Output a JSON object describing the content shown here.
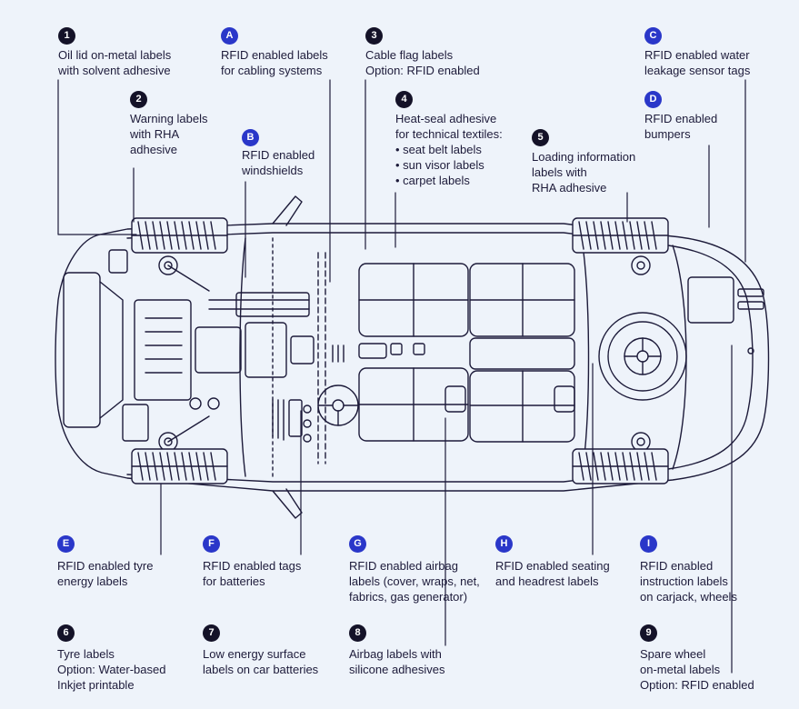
{
  "callouts": [
    {
      "badge": "1",
      "style": "dark",
      "text": "Oil lid on-metal labels\nwith solvent adhesive"
    },
    {
      "badge": "A",
      "style": "blue",
      "text": "RFID enabled labels\nfor cabling systems"
    },
    {
      "badge": "3",
      "style": "dark",
      "text": "Cable flag labels\nOption: RFID enabled"
    },
    {
      "badge": "C",
      "style": "blue",
      "text": "RFID enabled water\nleakage sensor tags"
    },
    {
      "badge": "2",
      "style": "dark",
      "text": "Warning labels\nwith RHA\nadhesive"
    },
    {
      "badge": "B",
      "style": "blue",
      "text": "RFID enabled\nwindshields"
    },
    {
      "badge": "4",
      "style": "dark",
      "text": "Heat-seal adhesive\nfor technical textiles:\n• seat belt labels\n• sun visor labels\n• carpet labels"
    },
    {
      "badge": "5",
      "style": "dark",
      "text": "Loading information\nlabels with\nRHA adhesive"
    },
    {
      "badge": "D",
      "style": "blue",
      "text": "RFID enabled\nbumpers"
    },
    {
      "badge": "E",
      "style": "blue",
      "text": "RFID enabled tyre\nenergy labels"
    },
    {
      "badge": "F",
      "style": "blue",
      "text": "RFID enabled tags\nfor batteries"
    },
    {
      "badge": "G",
      "style": "blue",
      "text": "RFID enabled airbag\nlabels (cover, wraps, net,\nfabrics, gas generator)"
    },
    {
      "badge": "H",
      "style": "blue",
      "text": "RFID enabled seating\nand headrest labels"
    },
    {
      "badge": "I",
      "style": "blue",
      "text": "RFID enabled\ninstruction labels\non carjack, wheels"
    },
    {
      "badge": "6",
      "style": "dark",
      "text": "Tyre labels\nOption: Water-based\nInkjet printable"
    },
    {
      "badge": "7",
      "style": "dark",
      "text": "Low energy surface\nlabels on car batteries"
    },
    {
      "badge": "8",
      "style": "dark",
      "text": "Airbag labels with\nsilicone adhesives"
    },
    {
      "badge": "9",
      "style": "dark",
      "text": "Spare wheel\non-metal labels\nOption: RFID enabled"
    }
  ],
  "colors": {
    "background": "#eef3fa",
    "ink": "#1d1b3a",
    "accent_blue": "#2a37c9",
    "badge_dark": "#141228"
  }
}
